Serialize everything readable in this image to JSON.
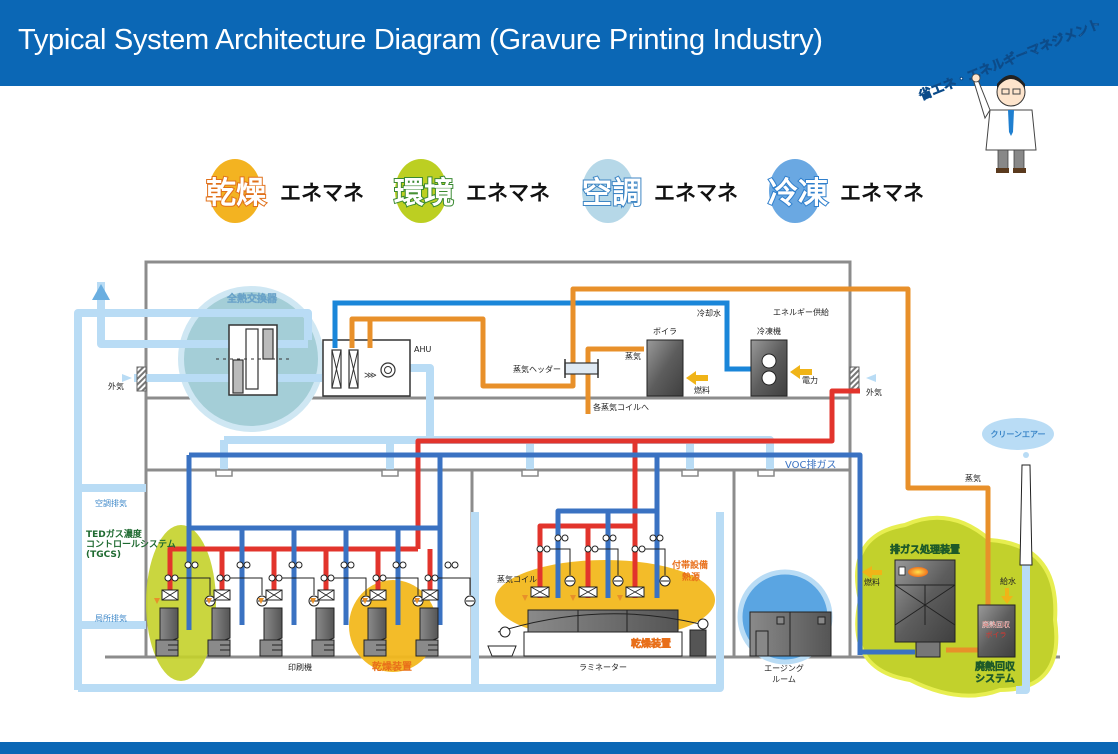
{
  "header": {
    "title": "Typical System Architecture Diagram (Gravure Printing Industry)",
    "mascot_caption": "省エネ・エネルギーマネジメント"
  },
  "colors": {
    "brand_blue": "#0b67b5",
    "steam_orange": "#e8902a",
    "hot_red": "#e2342c",
    "voc_blue": "#3a72c2",
    "air_lightblue": "#b7dcf5",
    "cooling_blue": "#1a86d9",
    "drying_yellow": "#f1bb17",
    "environment_green": "#bcd02c",
    "ac_teal": "#a9d3e8",
    "freeze_blue": "#4a97dd"
  },
  "categories": [
    {
      "kanji": "乾燥",
      "suffix": "エネマネ",
      "color": "#f0a51c",
      "text_color": "#e8791d"
    },
    {
      "kanji": "環境",
      "suffix": "エネマネ",
      "color": "#b9cd20",
      "text_color": "#3f9a3a"
    },
    {
      "kanji": "空調",
      "suffix": "エネマネ",
      "color": "#b3d7e7",
      "text_color": "#4c9ad1"
    },
    {
      "kanji": "冷凍",
      "suffix": "エネマネ",
      "color": "#6aa8e2",
      "text_color": "#3b8fd8"
    }
  ],
  "labels": {
    "heat_exchanger": "全熱交換器",
    "ahu": "AHU",
    "outside_air_left": "外気",
    "outside_air_right": "外気",
    "steam_header": "蒸気ヘッダー",
    "steam": "蒸気",
    "boiler": "ボイラ",
    "fuel": "燃料",
    "cooling_water": "冷却水",
    "energy_supply": "エネルギー供給",
    "refrigerator": "冷凍機",
    "electric_power": "電力",
    "to_steam_coils": "各蒸気コイルへ",
    "ac_exhaust": "空調排気",
    "tgcs_line1": "TEDガス濃度",
    "tgcs_line2": "コントロールシステム",
    "tgcs_line3": "(TGCS)",
    "local_exhaust": "局所排気",
    "printing_machine": "印刷機",
    "drying_device_print": "乾燥装置",
    "voc_exhaust": "VOC排ガス",
    "steam_coil": "蒸気コイル",
    "aux_heat_line1": "付帯設備",
    "aux_heat_line2": "熱源",
    "drying_device_lam": "乾燥装置",
    "laminator": "ラミネーター",
    "aging_room_line1": "エージング",
    "aging_room_line2": "ルーム",
    "exhaust_treatment": "排ガス処理装置",
    "fuel_treatment": "燃料",
    "steam_right": "蒸気",
    "feed_water": "給水",
    "waste_heat_boiler_line1": "廃熱回収",
    "waste_heat_boiler_line2": "ボイラ",
    "waste_heat_system_line1": "廃熱回収",
    "waste_heat_system_line2": "システム",
    "clean_air": "クリーンエアー"
  }
}
